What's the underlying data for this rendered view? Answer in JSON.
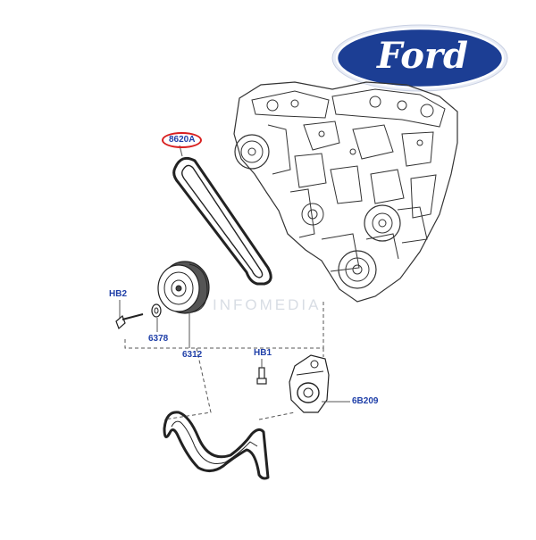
{
  "brand": {
    "logo_text": "Ford",
    "oval_color": "#1c3e94",
    "logo_text_color": "#ffffff"
  },
  "watermark": {
    "text": "INFOMEDIA",
    "color": "#d8dde4"
  },
  "diagram": {
    "label_color": "#1f3fa8",
    "highlight_color": "#d81e1e",
    "line_color": "#222222",
    "leader_color": "#555555",
    "parts": [
      {
        "id": "belt",
        "label": "8620A",
        "highlighted": true
      },
      {
        "id": "bolt-hb2",
        "label": "HB2",
        "highlighted": false
      },
      {
        "id": "washer",
        "label": "6378",
        "highlighted": false
      },
      {
        "id": "pulley",
        "label": "6312",
        "highlighted": false
      },
      {
        "id": "bolt-hb1",
        "label": "HB1",
        "highlighted": false
      },
      {
        "id": "tensioner",
        "label": "6B209",
        "highlighted": false
      }
    ]
  }
}
